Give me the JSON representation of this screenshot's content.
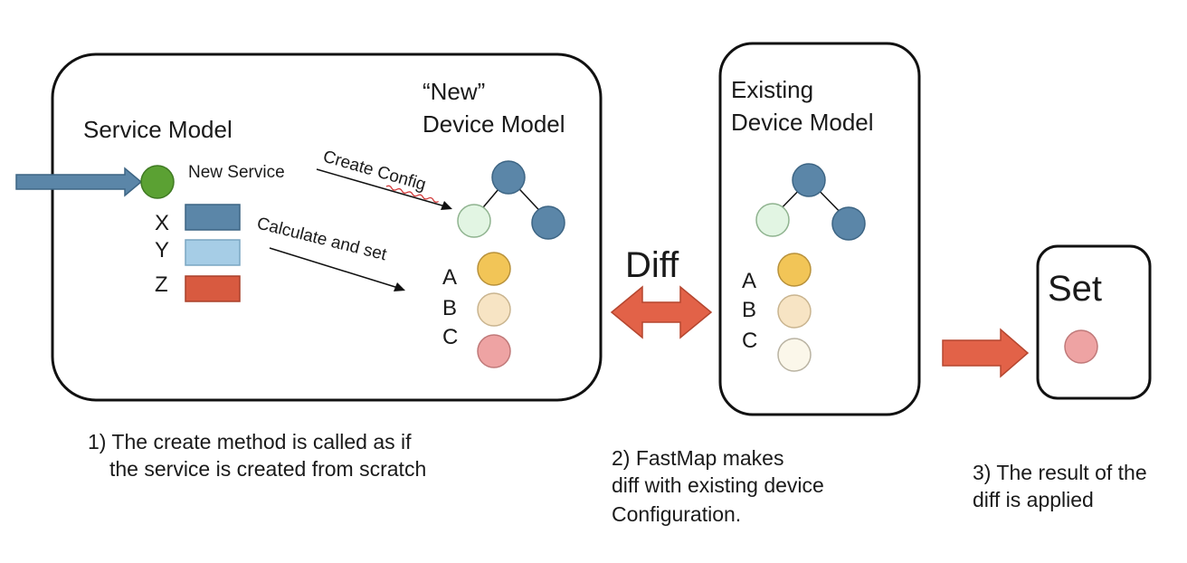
{
  "labels": {
    "service_model": "Service Model",
    "new_quoted": "“New”",
    "new_device_model": "Device Model",
    "existing": "Existing",
    "existing_device_model": "Device Model",
    "new_service": "New Service",
    "create_config": "Create Config",
    "calculate_and_set": "Calculate and set",
    "diff": "Diff",
    "set": "Set"
  },
  "service_params": [
    "X",
    "Y",
    "Z"
  ],
  "device_params": [
    "A",
    "B",
    "C"
  ],
  "captions": {
    "step1": [
      "1) The create method is called as if",
      "the service is created from scratch"
    ],
    "step2": [
      "2) FastMap makes",
      "diff with existing device",
      "Configuration."
    ],
    "step3": [
      "3) The result of the",
      "diff is applied"
    ]
  },
  "colors": {
    "input_arrow": "#5b86a8",
    "service_node": "#5ba133",
    "tree_node": "#5b86a8",
    "tree_leaf_light": "#e2f5e3",
    "param_x": "#5b86a8",
    "param_y": "#a6cde6",
    "param_z": "#d85a40",
    "new_a": "#f2c557",
    "new_b": "#f7e4c4",
    "new_c": "#eea3a3",
    "existing_a": "#f2c557",
    "existing_b": "#f7e4c4",
    "existing_c": "#fbf7ea",
    "diff_arrow": "#e26248",
    "set_arrow": "#e26248",
    "set_node": "#eea3a3"
  }
}
